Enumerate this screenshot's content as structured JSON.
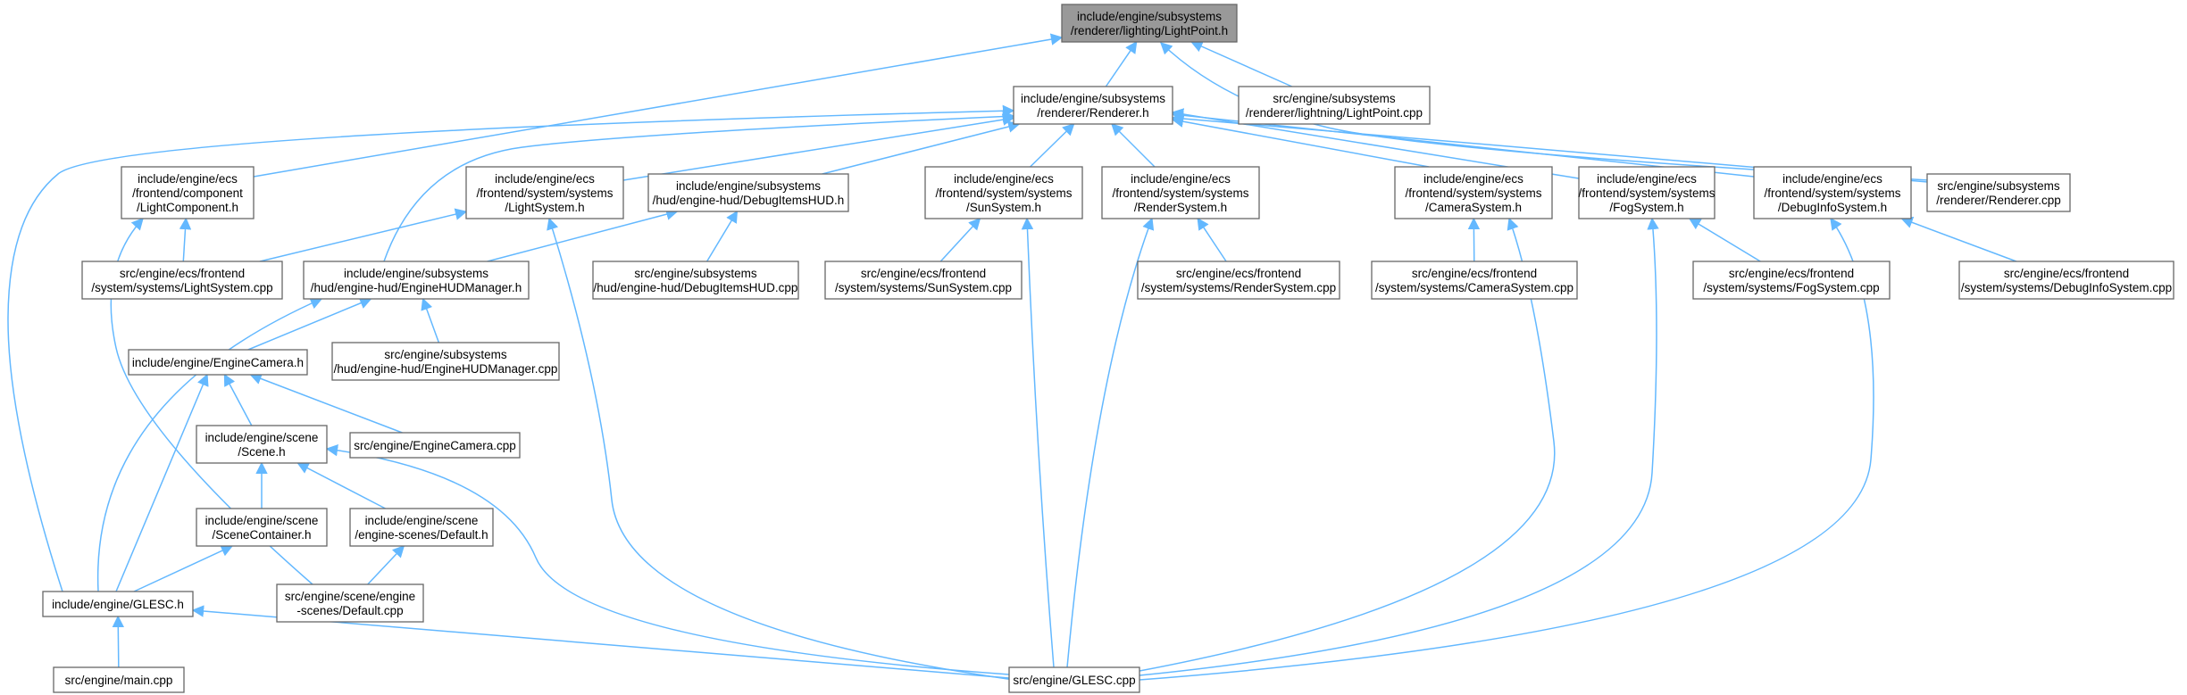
{
  "diagram": {
    "root": "lightpoint_h",
    "nodes": [
      {
        "id": "lightpoint_h",
        "lines": [
          "include/engine/subsystems",
          "/renderer/lighting/LightPoint.h"
        ]
      },
      {
        "id": "renderer_h",
        "lines": [
          "include/engine/subsystems",
          "/renderer/Renderer.h"
        ]
      },
      {
        "id": "lightpoint_cpp",
        "lines": [
          "src/engine/subsystems",
          "/renderer/lightning/LightPoint.cpp"
        ]
      },
      {
        "id": "lightcomponent_h",
        "lines": [
          "include/engine/ecs",
          "/frontend/component",
          "/LightComponent.h"
        ]
      },
      {
        "id": "lightsystem_h",
        "lines": [
          "include/engine/ecs",
          "/frontend/system/systems",
          "/LightSystem.h"
        ]
      },
      {
        "id": "debugitemshud_h",
        "lines": [
          "include/engine/subsystems",
          "/hud/engine-hud/DebugItemsHUD.h"
        ]
      },
      {
        "id": "sunsystem_h",
        "lines": [
          "include/engine/ecs",
          "/frontend/system/systems",
          "/SunSystem.h"
        ]
      },
      {
        "id": "rendersystem_h",
        "lines": [
          "include/engine/ecs",
          "/frontend/system/systems",
          "/RenderSystem.h"
        ]
      },
      {
        "id": "camerasystem_h",
        "lines": [
          "include/engine/ecs",
          "/frontend/system/systems",
          "/CameraSystem.h"
        ]
      },
      {
        "id": "fogsystem_h",
        "lines": [
          "include/engine/ecs",
          "/frontend/system/systems",
          "/FogSystem.h"
        ]
      },
      {
        "id": "debuginfosystem_h",
        "lines": [
          "include/engine/ecs",
          "/frontend/system/systems",
          "/DebugInfoSystem.h"
        ]
      },
      {
        "id": "renderer_cpp",
        "lines": [
          "src/engine/subsystems",
          "/renderer/Renderer.cpp"
        ]
      },
      {
        "id": "lightsystem_cpp",
        "lines": [
          "src/engine/ecs/frontend",
          "/system/systems/LightSystem.cpp"
        ]
      },
      {
        "id": "enginehudmanager_h",
        "lines": [
          "include/engine/subsystems",
          "/hud/engine-hud/EngineHUDManager.h"
        ]
      },
      {
        "id": "debugitemshud_cpp",
        "lines": [
          "src/engine/subsystems",
          "/hud/engine-hud/DebugItemsHUD.cpp"
        ]
      },
      {
        "id": "sunsystem_cpp",
        "lines": [
          "src/engine/ecs/frontend",
          "/system/systems/SunSystem.cpp"
        ]
      },
      {
        "id": "rendersystem_cpp",
        "lines": [
          "src/engine/ecs/frontend",
          "/system/systems/RenderSystem.cpp"
        ]
      },
      {
        "id": "camerasystem_cpp",
        "lines": [
          "src/engine/ecs/frontend",
          "/system/systems/CameraSystem.cpp"
        ]
      },
      {
        "id": "fogsystem_cpp",
        "lines": [
          "src/engine/ecs/frontend",
          "/system/systems/FogSystem.cpp"
        ]
      },
      {
        "id": "debuginfosystem_cpp",
        "lines": [
          "src/engine/ecs/frontend",
          "/system/systems/DebugInfoSystem.cpp"
        ]
      },
      {
        "id": "enginecamera_h",
        "lines": [
          "include/engine/EngineCamera.h"
        ]
      },
      {
        "id": "enginehudmanager_cpp",
        "lines": [
          "src/engine/subsystems",
          "/hud/engine-hud/EngineHUDManager.cpp"
        ]
      },
      {
        "id": "scene_h",
        "lines": [
          "include/engine/scene",
          "/Scene.h"
        ]
      },
      {
        "id": "enginecamera_cpp",
        "lines": [
          "src/engine/EngineCamera.cpp"
        ]
      },
      {
        "id": "scenecontainer_h",
        "lines": [
          "include/engine/scene",
          "/SceneContainer.h"
        ]
      },
      {
        "id": "default_h",
        "lines": [
          "include/engine/scene",
          "/engine-scenes/Default.h"
        ]
      },
      {
        "id": "glesc_h",
        "lines": [
          "include/engine/GLESC.h"
        ]
      },
      {
        "id": "default_cpp",
        "lines": [
          "src/engine/scene/engine",
          "-scenes/Default.cpp"
        ]
      },
      {
        "id": "main_cpp",
        "lines": [
          "src/engine/main.cpp"
        ]
      },
      {
        "id": "glesc_cpp",
        "lines": [
          "src/engine/GLESC.cpp"
        ]
      }
    ],
    "edges": [
      [
        "renderer_h",
        "lightpoint_h"
      ],
      [
        "lightpoint_cpp",
        "lightpoint_h"
      ],
      [
        "lightcomponent_h",
        "lightpoint_h"
      ],
      [
        "renderer_cpp",
        "lightpoint_h"
      ],
      [
        "lightsystem_h",
        "renderer_h"
      ],
      [
        "debugitemshud_h",
        "renderer_h"
      ],
      [
        "sunsystem_h",
        "renderer_h"
      ],
      [
        "rendersystem_h",
        "renderer_h"
      ],
      [
        "camerasystem_h",
        "renderer_h"
      ],
      [
        "fogsystem_h",
        "renderer_h"
      ],
      [
        "debuginfosystem_h",
        "renderer_h"
      ],
      [
        "renderer_cpp",
        "renderer_h"
      ],
      [
        "enginehudmanager_h",
        "renderer_h"
      ],
      [
        "glesc_h",
        "renderer_h"
      ],
      [
        "lightsystem_cpp",
        "lightcomponent_h"
      ],
      [
        "default_cpp",
        "lightcomponent_h"
      ],
      [
        "lightsystem_cpp",
        "lightsystem_h"
      ],
      [
        "glesc_cpp",
        "lightsystem_h"
      ],
      [
        "enginehudmanager_h",
        "debugitemshud_h"
      ],
      [
        "debugitemshud_cpp",
        "debugitemshud_h"
      ],
      [
        "sunsystem_cpp",
        "sunsystem_h"
      ],
      [
        "glesc_cpp",
        "sunsystem_h"
      ],
      [
        "rendersystem_cpp",
        "rendersystem_h"
      ],
      [
        "glesc_cpp",
        "rendersystem_h"
      ],
      [
        "camerasystem_cpp",
        "camerasystem_h"
      ],
      [
        "glesc_cpp",
        "camerasystem_h"
      ],
      [
        "fogsystem_cpp",
        "fogsystem_h"
      ],
      [
        "glesc_cpp",
        "fogsystem_h"
      ],
      [
        "debuginfosystem_cpp",
        "debuginfosystem_h"
      ],
      [
        "glesc_cpp",
        "debuginfosystem_h"
      ],
      [
        "enginecamera_h",
        "enginehudmanager_h"
      ],
      [
        "enginehudmanager_cpp",
        "enginehudmanager_h"
      ],
      [
        "glesc_h",
        "enginehudmanager_h"
      ],
      [
        "scene_h",
        "enginecamera_h"
      ],
      [
        "enginecamera_cpp",
        "enginecamera_h"
      ],
      [
        "glesc_h",
        "enginecamera_h"
      ],
      [
        "scenecontainer_h",
        "scene_h"
      ],
      [
        "default_h",
        "scene_h"
      ],
      [
        "glesc_cpp",
        "scene_h"
      ],
      [
        "glesc_h",
        "scenecontainer_h"
      ],
      [
        "default_cpp",
        "default_h"
      ],
      [
        "main_cpp",
        "glesc_h"
      ],
      [
        "glesc_cpp",
        "glesc_h"
      ]
    ]
  }
}
